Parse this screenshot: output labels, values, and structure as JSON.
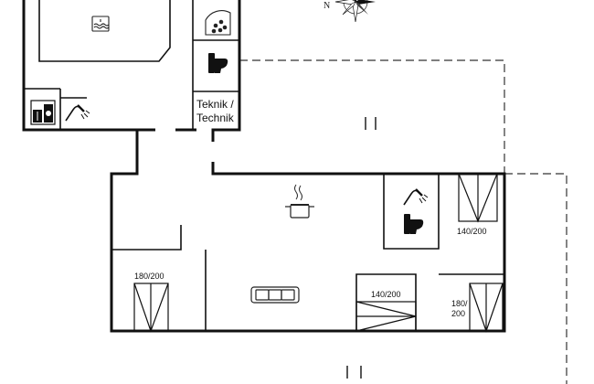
{
  "labels": {
    "teknik_1": "Teknik /",
    "teknik_2": "Technik",
    "bed_top_right": "140/200",
    "bed_left": "180/200",
    "bed_center": "140/200",
    "bed_right_1": "180/",
    "bed_right_2": "200"
  },
  "compass": {
    "north_label": "N"
  },
  "icons": [
    "pool-icon",
    "sauna-icon",
    "toilet-icon",
    "washing-machine-icon",
    "shower-icon",
    "cooking-pot-icon",
    "sofa-icon"
  ]
}
